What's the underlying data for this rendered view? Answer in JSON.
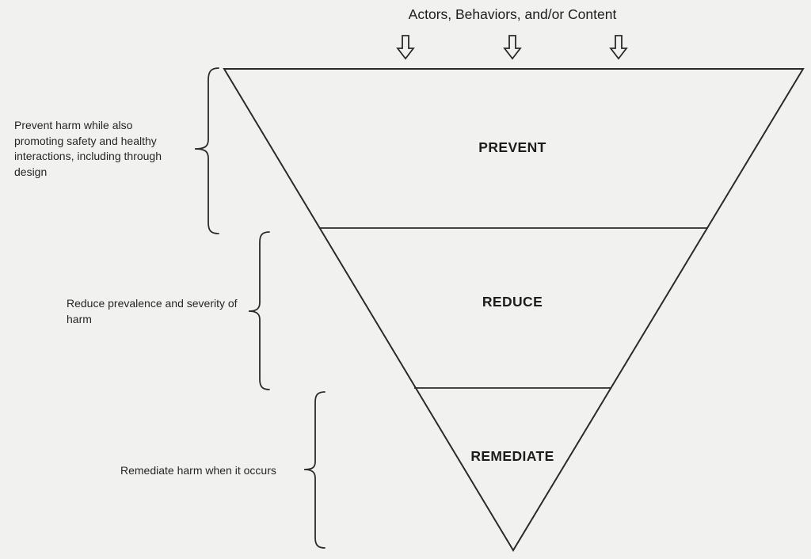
{
  "colors": {
    "background": "#f1f1f0",
    "line": "#2b2b2b",
    "text": "#1d1d1d"
  },
  "diagram": {
    "title": "Actors, Behaviors, and/or Content",
    "arrow_count": 3,
    "levels": [
      {
        "label": "PREVENT",
        "description": "Prevent harm while also promoting safety and healthy interactions, including through design"
      },
      {
        "label": "REDUCE",
        "description": "Reduce prevalence and severity of harm"
      },
      {
        "label": "REMEDIATE",
        "description": "Remediate harm when it occurs"
      }
    ]
  }
}
